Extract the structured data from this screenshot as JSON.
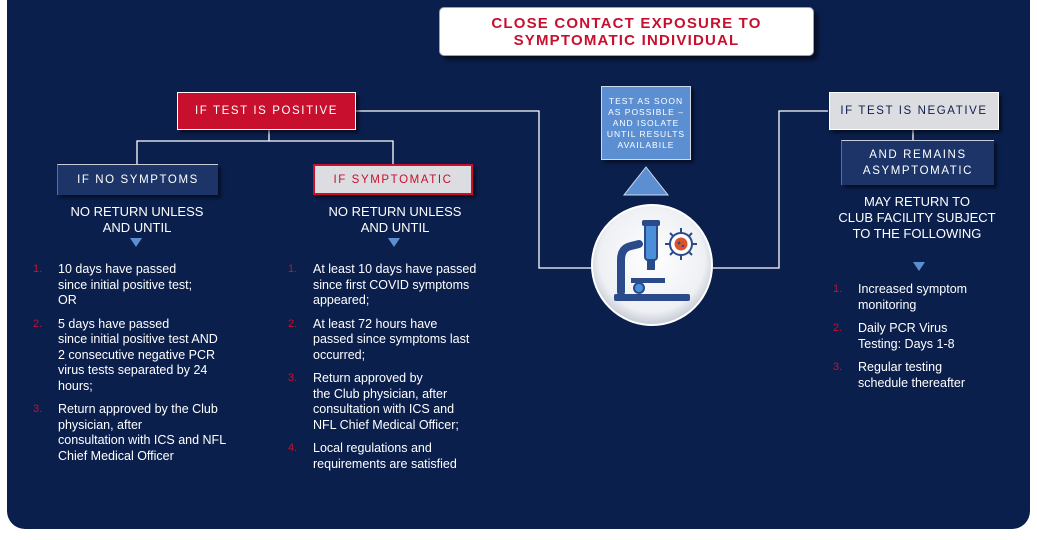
{
  "title": "CLOSE CONTACT EXPOSURE TO SYMPTOMATIC INDIVIDUAL",
  "positive_box": "IF TEST IS POSITIVE",
  "negative_box": "IF TEST IS NEGATIVE",
  "test_box": "TEST AS SOON AS POSSIBLE – AND ISOLATE UNTIL RESULTS AVAILABILE",
  "icon": "microscope-virus-icon",
  "colors": {
    "background": "#0b1f4d",
    "accent_red": "#c8102e",
    "accent_blue": "#5b8fd2"
  },
  "no_symptoms": {
    "header": "IF NO SYMPTOMS",
    "subtitle_line1": "NO RETURN UNLESS",
    "subtitle_line2": "AND UNTIL",
    "items": [
      {
        "num": "1.",
        "text": "10 days have passed\nsince initial positive test;\nOR"
      },
      {
        "num": "2.",
        "text": "5 days have passed\nsince initial positive test AND\n2 consecutive negative PCR\nvirus tests separated by 24\nhours;"
      },
      {
        "num": "3.",
        "text": "Return approved by the Club\nphysician, after\nconsultation with ICS and NFL\nChief Medical Officer"
      }
    ]
  },
  "symptomatic": {
    "header": "IF SYMPTOMATIC",
    "subtitle_line1": "NO RETURN UNLESS",
    "subtitle_line2": "AND UNTIL",
    "items": [
      {
        "num": "1.",
        "text": "At least 10 days have passed\nsince first COVID symptoms\nappeared;"
      },
      {
        "num": "2.",
        "text": "At least 72 hours have\npassed since symptoms last\noccurred;"
      },
      {
        "num": "3.",
        "text": "Return approved by\nthe Club physician, after\nconsultation with ICS and\nNFL Chief Medical Officer;"
      },
      {
        "num": "4.",
        "text": "Local regulations and\nrequirements are satisfied"
      }
    ]
  },
  "negative": {
    "header_line1": "AND REMAINS",
    "header_line2": "ASYMPTOMATIC",
    "subtitle_line1": "MAY RETURN TO",
    "subtitle_line2": "CLUB FACILITY SUBJECT",
    "subtitle_line3": "TO THE FOLLOWING",
    "items": [
      {
        "num": "1.",
        "text": "Increased symptom\nmonitoring"
      },
      {
        "num": "2.",
        "text": "Daily PCR Virus\nTesting: Days 1-8"
      },
      {
        "num": "3.",
        "text": "Regular testing\nschedule thereafter"
      }
    ]
  }
}
